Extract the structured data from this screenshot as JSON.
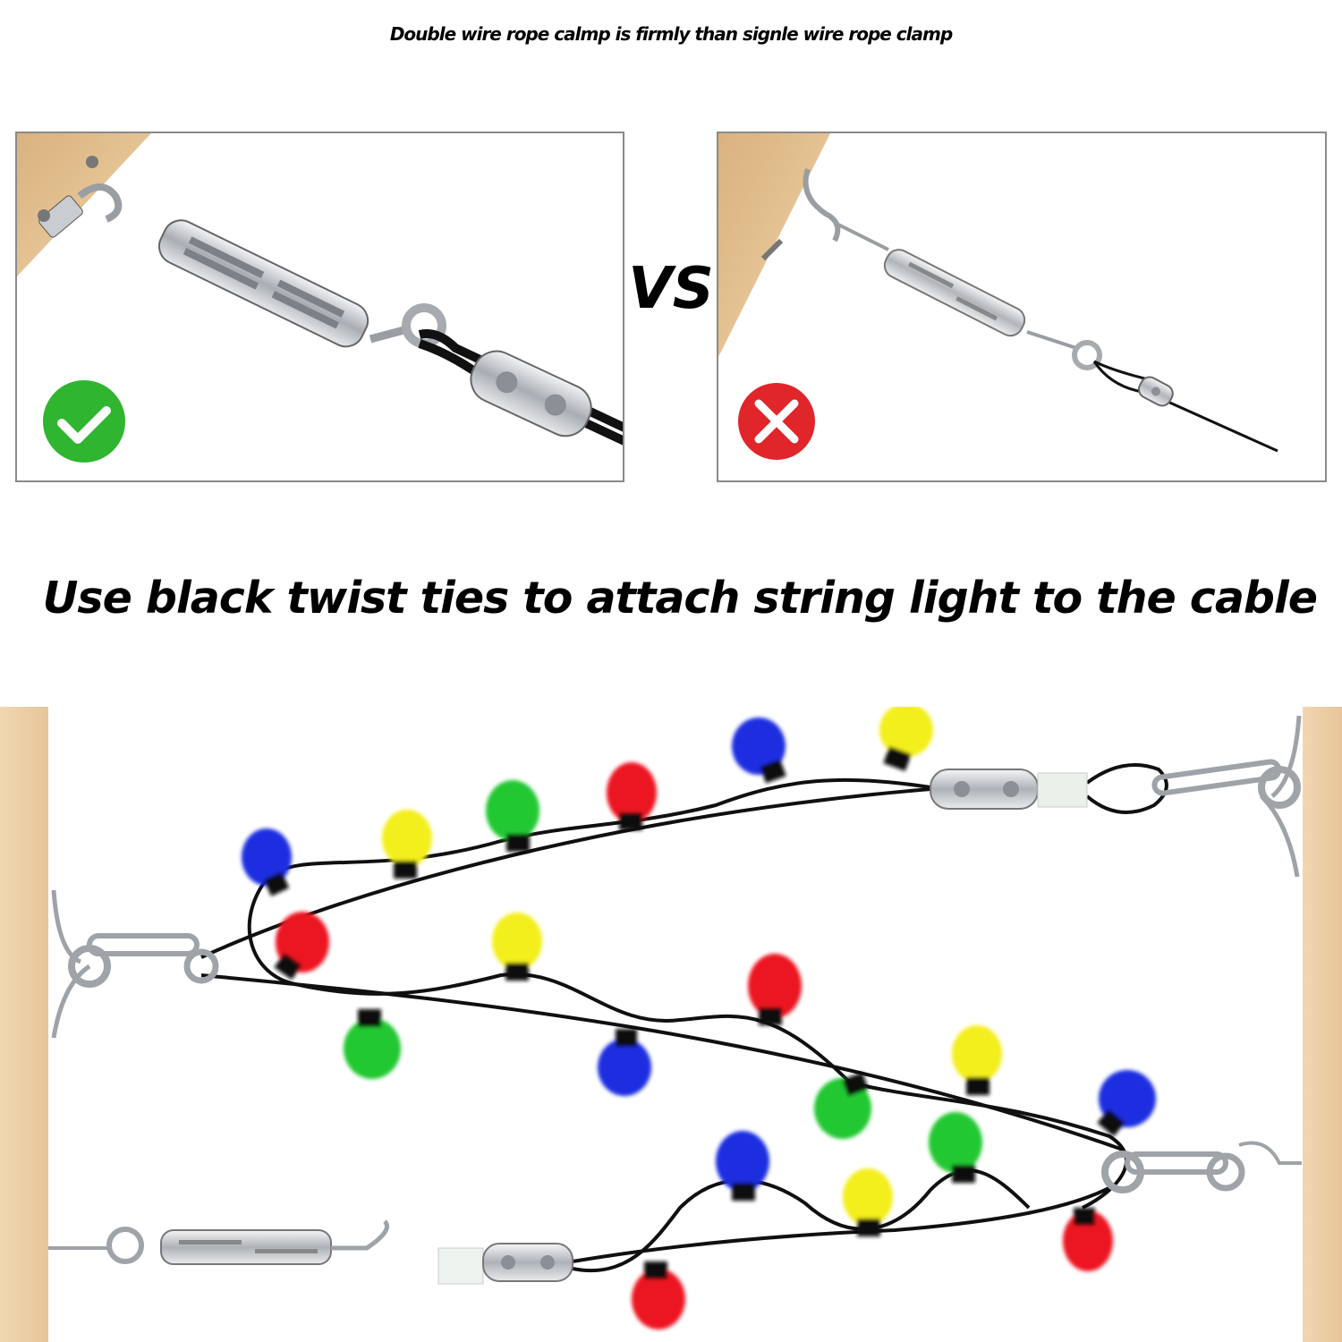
{
  "headline_top": "Double wire rope calmp is firmly than signle wire rope clamp",
  "vs_label": "VS",
  "headline_bottom": "Use black twist ties to attach string light to the cable",
  "panels": [
    {
      "name": "double-clamp-panel",
      "status": "correct",
      "status_icon": "check-icon",
      "status_color": "#2fb52f"
    },
    {
      "name": "single-clamp-panel",
      "status": "incorrect",
      "status_icon": "cross-icon",
      "status_color": "#e0262a"
    }
  ],
  "colors": {
    "wood": "#e8c9a0",
    "bulb_blue": "#1a2fe0",
    "bulb_yellow": "#f3ef1a",
    "bulb_green": "#20c832",
    "bulb_red": "#ec1524",
    "cable": "#111111",
    "metal": "#b9bcc0"
  }
}
